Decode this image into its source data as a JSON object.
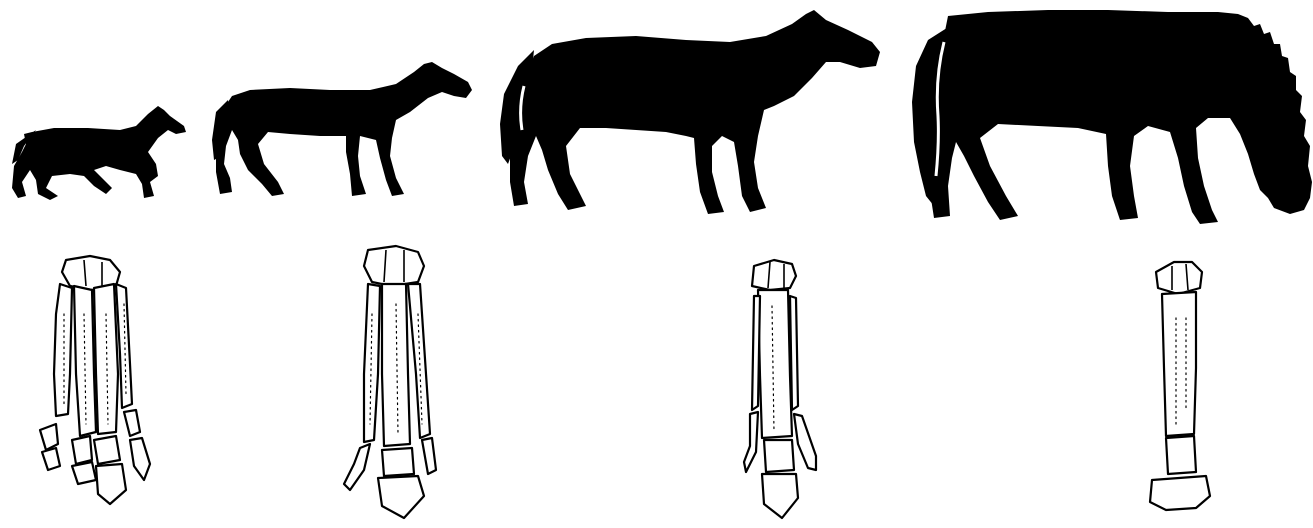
{
  "figure": {
    "background": "#ffffff",
    "ink": "#000000",
    "stages": [
      {
        "silhouette": "small-running-horse",
        "foot": "four-toed-foot-bones"
      },
      {
        "silhouette": "small-walking-horse",
        "foot": "three-toed-foot-bones"
      },
      {
        "silhouette": "medium-standing-horse",
        "foot": "three-toed-reduced-side-toes-foot-bones"
      },
      {
        "silhouette": "large-grazing-horse",
        "foot": "single-hoof-foot-bones"
      }
    ]
  }
}
